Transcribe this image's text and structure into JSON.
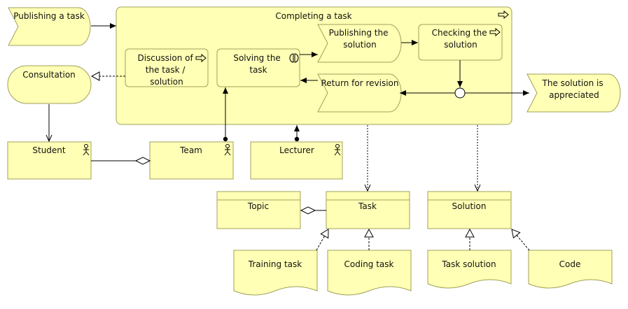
{
  "colors": {
    "fill": "#ffffb5",
    "stroke": "#a0a05a",
    "line": "#000000"
  },
  "nodes": {
    "publishing_task": "Publishing a task",
    "completing_task": "Completing a task",
    "publishing_solution": [
      "Publishing the",
      "solution"
    ],
    "checking_solution": [
      "Checking the",
      "solution"
    ],
    "discussion": [
      "Discussion of",
      "the task /",
      "solution"
    ],
    "solving_task": [
      "Solving the",
      "task"
    ],
    "return_revision": "Return for revision",
    "solution_appreciated": [
      "The solution is",
      "appreciated"
    ],
    "consultation": "Consultation",
    "student": "Student",
    "team": "Team",
    "lecturer": "Lecturer",
    "topic": "Topic",
    "task": "Task",
    "solution": "Solution",
    "training_task": "Training task",
    "coding_task": "Coding task",
    "task_solution": "Task solution",
    "code": "Code"
  },
  "icons": [
    "process-arrow-icon",
    "actor-icon",
    "service-icon",
    "junction-icon"
  ]
}
